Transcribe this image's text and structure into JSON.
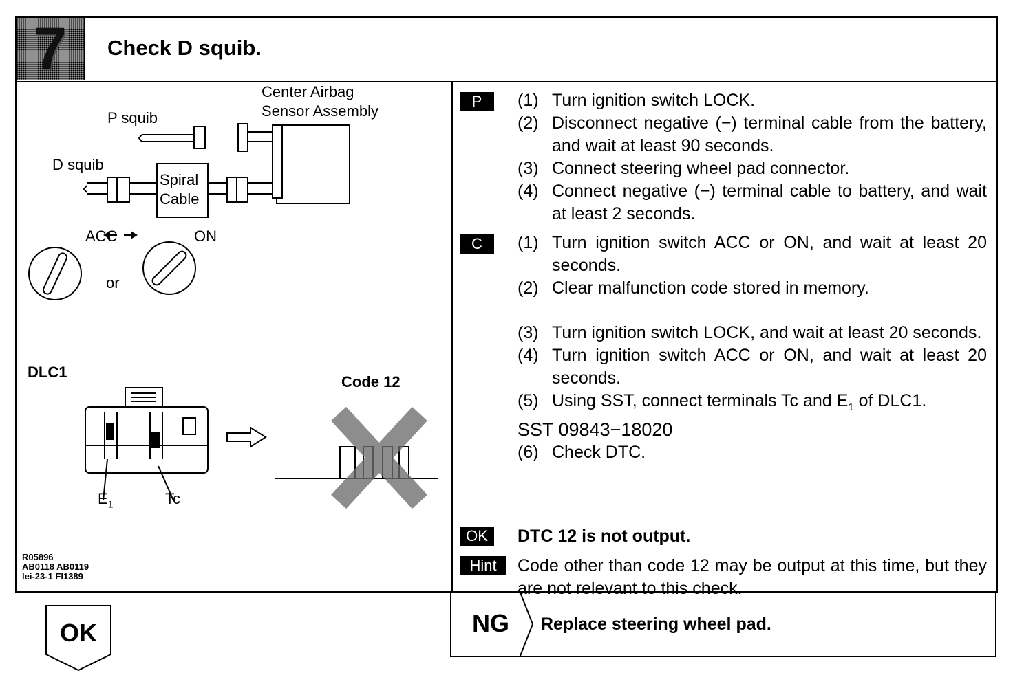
{
  "header": {
    "step_number": "7",
    "title": "Check D squib."
  },
  "figure": {
    "labels": {
      "center_airbag_line1": "Center Airbag",
      "center_airbag_line2": "Sensor Assembly",
      "p_squib": "P squib",
      "d_squib": "D squib",
      "spiral_line1": "Spiral",
      "spiral_line2": "Cable",
      "acc": "ACC",
      "on": "ON",
      "or": "or",
      "dlc1": "DLC1",
      "code12": "Code 12",
      "e1": "E",
      "e1_sub": "1",
      "tc": "Tc"
    },
    "refs": [
      "R05896",
      "AB0118 AB0119",
      "lei-23-1 FI1389"
    ]
  },
  "procedure": {
    "p_tag": "P",
    "p_steps": [
      {
        "n": "(1)",
        "text": "Turn ignition switch LOCK."
      },
      {
        "n": "(2)",
        "text": "Disconnect negative (−) terminal cable from the battery, and wait at least 90 seconds."
      },
      {
        "n": "(3)",
        "text": "Connect steering wheel pad connector."
      },
      {
        "n": "(4)",
        "text": "Connect negative (−) terminal cable to battery, and wait at least 2 seconds."
      }
    ],
    "c_tag": "C",
    "c_steps_a": [
      {
        "n": "(1)",
        "text": "Turn ignition switch ACC or ON, and wait at least 20 seconds."
      },
      {
        "n": "(2)",
        "text": "Clear malfunction code stored in memory."
      }
    ],
    "c_steps_b": [
      {
        "n": "(3)",
        "text": "Turn ignition switch LOCK, and wait at least 20 seconds."
      },
      {
        "n": "(4)",
        "text": "Turn ignition switch ACC or ON, and wait at least 20 seconds."
      }
    ],
    "c_step5_n": "(5)",
    "c_step5_text_a": "Using SST, connect terminals Tc and E",
    "c_step5_sub": "1",
    "c_step5_text_b": " of DLC1.",
    "sst": "SST 09843−18020",
    "c_step6": {
      "n": "(6)",
      "text": "Check DTC."
    },
    "ok_tag": "OK",
    "ok_text": "DTC 12 is not output.",
    "hint_tag": "Hint",
    "hint_text": "Code other than code 12 may be output at this time, but they are not relevant to this check."
  },
  "result": {
    "ok_label": "OK",
    "ng_label": "NG",
    "ng_text": "Replace steering wheel pad."
  }
}
